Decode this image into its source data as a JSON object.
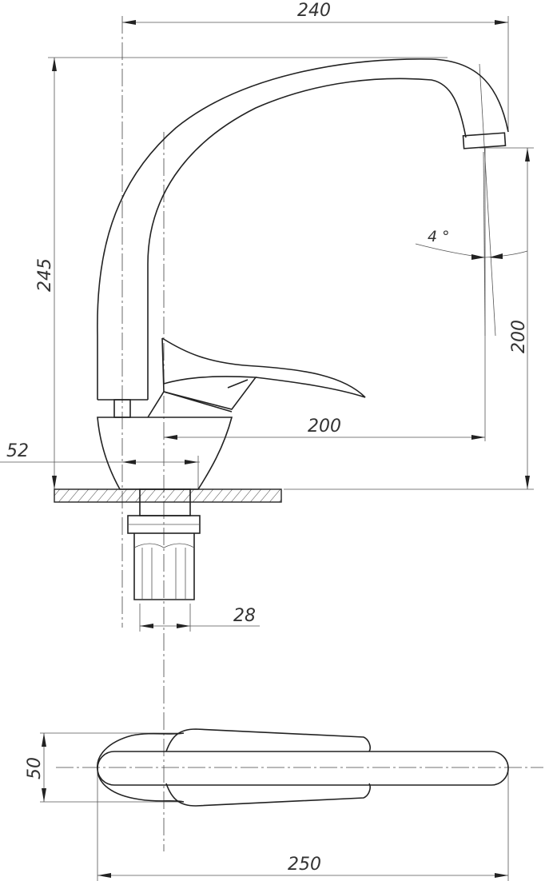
{
  "drawing": {
    "title": "Faucet dimensional drawing",
    "dimensions": {
      "overall_width": "240",
      "overall_height": "245",
      "spout_height": "200",
      "spout_reach": "200",
      "spout_angle": "4 °",
      "base_diameter": "52",
      "thread_diameter": "28",
      "plan_width": "50",
      "plan_length": "250"
    }
  }
}
